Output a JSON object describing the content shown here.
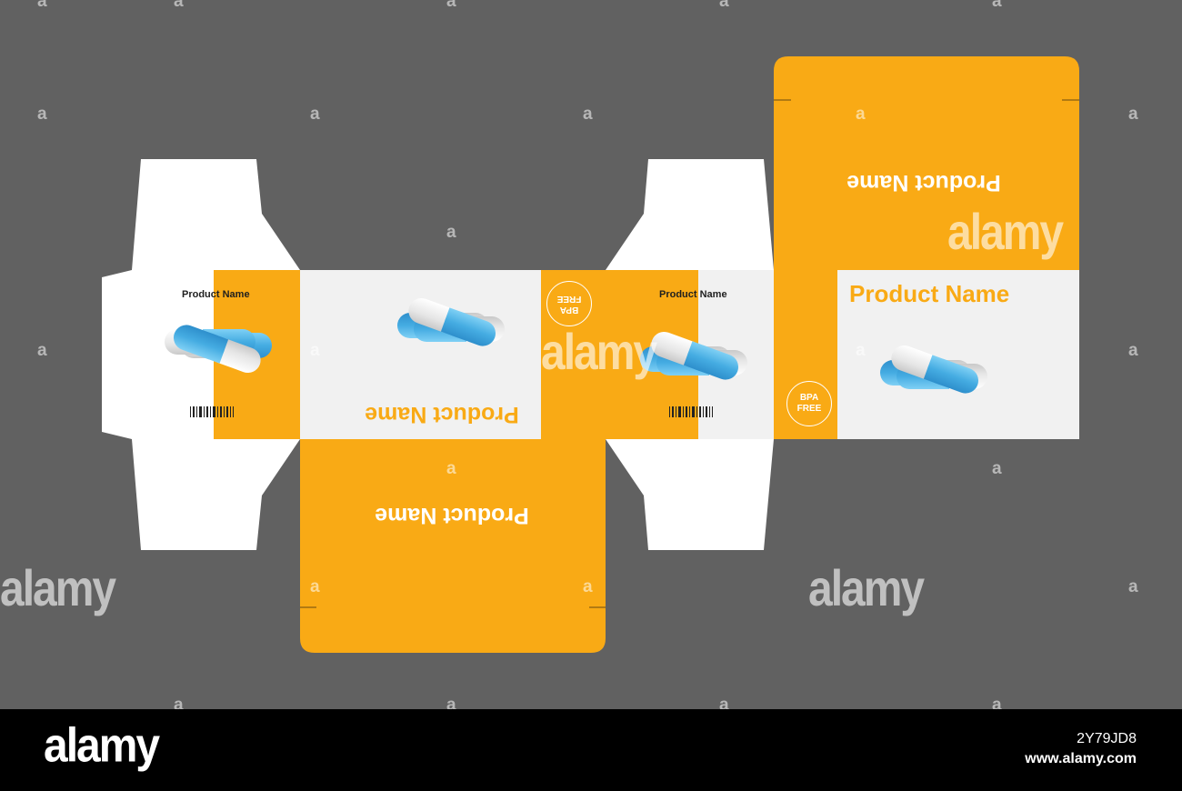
{
  "colors": {
    "background": "#616161",
    "orange": "#F9AA15",
    "panel_light": "#F1F1F1",
    "white": "#FFFFFF",
    "capsule_blue": "#4FB3E6",
    "capsule_white": "#EDEDED"
  },
  "box": {
    "product_name_small": "Product Name",
    "product_name_large": "Product Name",
    "badge_line1": "BPA",
    "badge_line2": "FREE"
  },
  "watermark": {
    "mark": "a",
    "brand": "alamy"
  },
  "footer": {
    "logo": "alamy",
    "image_id": "2Y79JD8",
    "url": "www.alamy.com"
  },
  "icons": [
    "capsule-pill-icon",
    "barcode-icon"
  ]
}
